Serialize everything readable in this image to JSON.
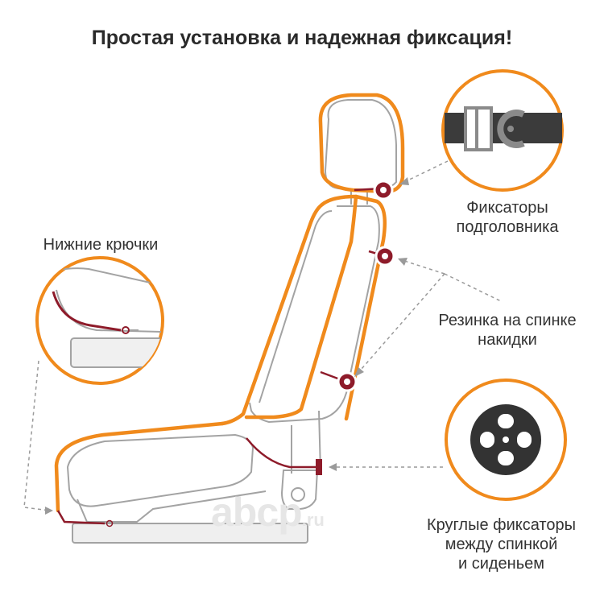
{
  "title": "Простая установка и надежная фиксация!",
  "labels": {
    "lower_hooks": "Нижние крючки",
    "headrest_fasteners": [
      "Фиксаторы",
      "подголовника"
    ],
    "back_elastic": [
      "Резинка на спинке",
      "накидки"
    ],
    "round_fasteners": [
      "Круглые фиксаторы",
      "между спинкой",
      "и сиденьем"
    ]
  },
  "watermark": {
    "main": "abcp",
    "suffix": ".ru"
  },
  "colors": {
    "cover_outline": "#f08a1c",
    "elastic": "#8e1b2a",
    "seat_line": "#a3a3a3",
    "callout_border": "#f08a1c",
    "dark_part": "#3b3b3b",
    "text": "#333333"
  },
  "icons": {
    "headrest_zoom": "buckle-clip-icon",
    "round_zoom": "round-fastener-icon",
    "lower_zoom": "hook-icon"
  }
}
